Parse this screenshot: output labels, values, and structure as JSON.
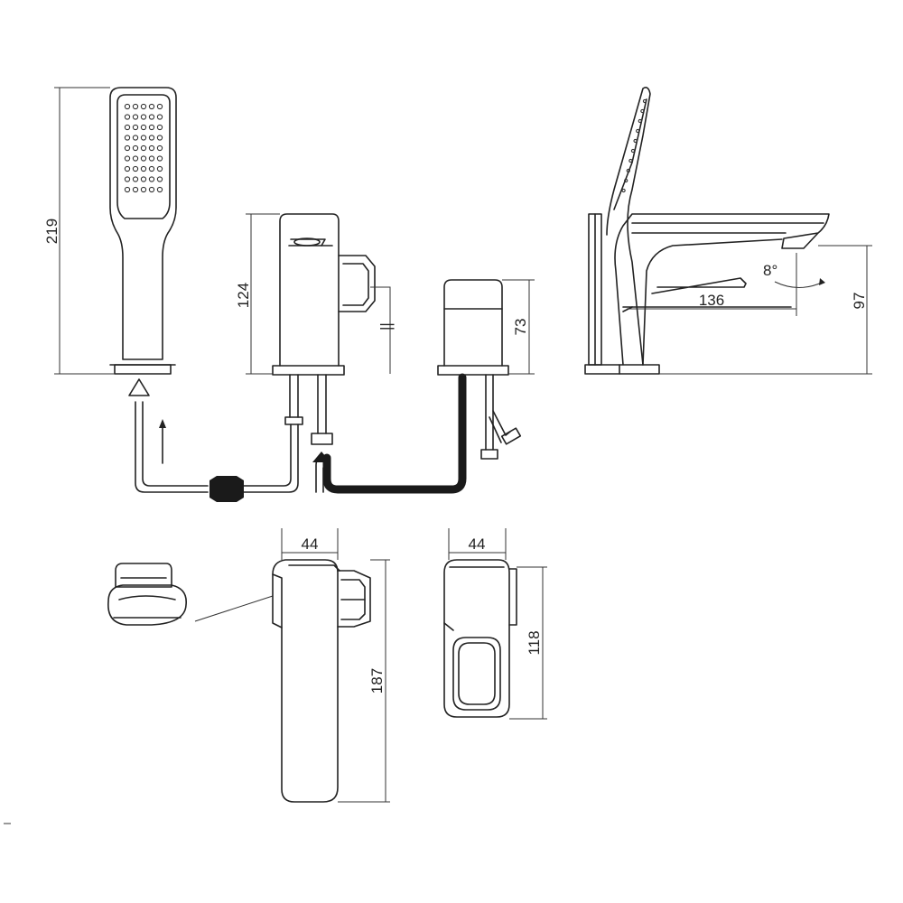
{
  "dimensions": {
    "handshower_height": "219",
    "diverter_height": "124",
    "mixer_height": "73",
    "spout_reach": "136",
    "spout_angle": "8°",
    "spout_height": "97",
    "diverter_top_width": "44",
    "diverter_top_length": "187",
    "mixer_top_width": "44",
    "mixer_top_length": "118"
  },
  "colors": {
    "line": "#222222",
    "background": "#ffffff",
    "hose": "#1a1a1a"
  }
}
